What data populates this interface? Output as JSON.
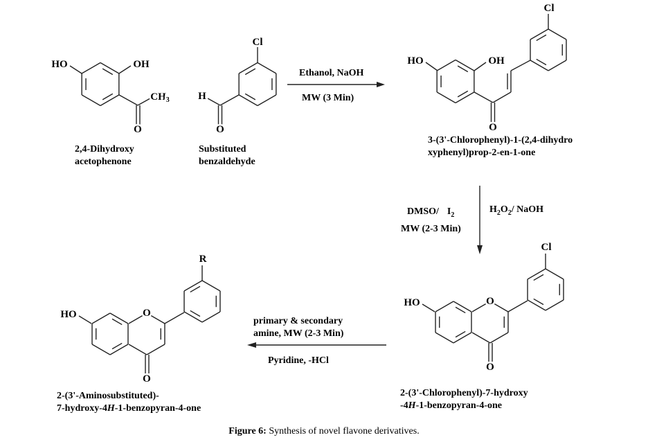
{
  "atoms": {
    "HO": "HO",
    "OH": "OH",
    "O": "O",
    "H": "H",
    "Cl": "Cl",
    "CH": "CH",
    "three": "3",
    "R": "R"
  },
  "reactant1": {
    "name_line1": "2,4-Dihydroxy",
    "name_line2": "acetophenone"
  },
  "reactant2": {
    "name_line1": "Substituted",
    "name_line2": "benzaldehyde"
  },
  "step1": {
    "reagent": "Ethanol, NaOH",
    "condition": "MW (3 Min)"
  },
  "chalcone": {
    "name_line1": "3-(3'-Chlorophenyl)-1-(2,4-dihydro",
    "name_line2": "xyphenyl)prop-2-en-1-one"
  },
  "step2": {
    "left_reagent": "DMSO/",
    "left_reagent_i": "I",
    "left_reagent_sub": "2",
    "left_condition": "MW (2-3 Min)",
    "right_h": "H",
    "right_sub1": "2",
    "right_o": "O",
    "right_sub2": "2",
    "right_rest": "/ NaOH"
  },
  "flavone": {
    "name_line1": "2-(3'-Chlorophenyl)-7-hydroxy",
    "name_line2_a": "-4",
    "name_line2_h": "H",
    "name_line2_b": "-1-benzopyran-4-one"
  },
  "step3": {
    "reagent_line1": "primary & secondary",
    "reagent_line2": "amine, MW (2-3 Min)",
    "condition": "Pyridine, -HCl"
  },
  "product": {
    "name_line1": "2-(3'-Aminosubstituted)-",
    "name_line2_a": "7-hydroxy-4",
    "name_line2_h": "H",
    "name_line2_b": "-1-benzopyran-4-one"
  },
  "caption": {
    "label": "Figure 6:",
    "text": " Synthesis of novel flavone derivatives."
  }
}
